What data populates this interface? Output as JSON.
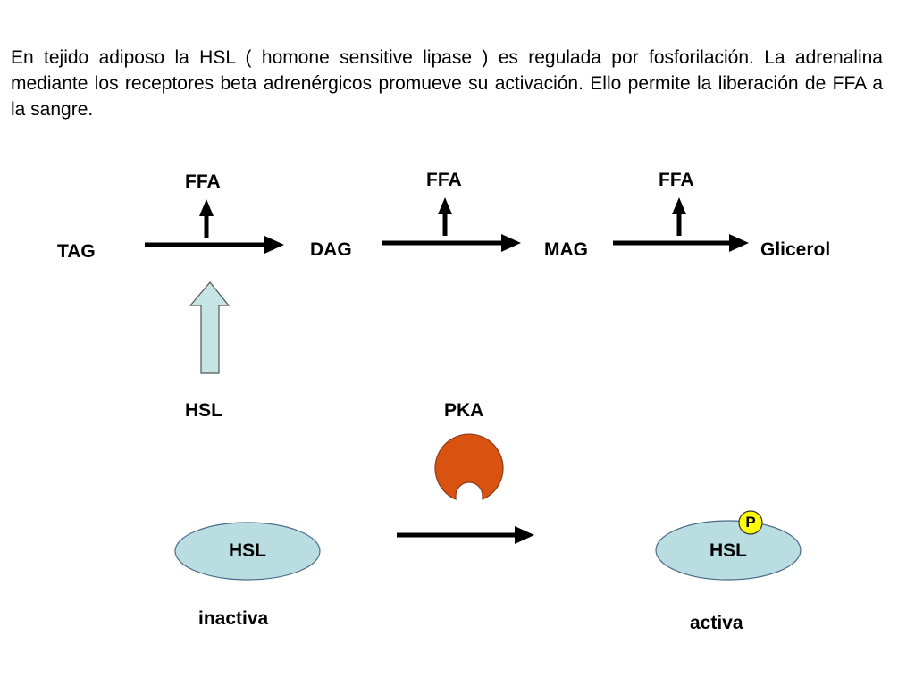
{
  "intro_text": "En tejido adiposo la HSL ( homone sensitive lipase ) es regulada por fosforilación. La adrenalina mediante los receptores beta adrenérgicos promueve su activación. Ello permite la liberación de FFA a la sangre.",
  "pathway": {
    "substrates": [
      "TAG",
      "DAG",
      "MAG",
      "Glicerol"
    ],
    "products": [
      "FFA",
      "FFA",
      "FFA"
    ],
    "enzyme": "HSL"
  },
  "activation": {
    "kinase": "PKA",
    "inactive_form": {
      "label": "HSL",
      "state": "inactiva"
    },
    "active_form": {
      "label": "HSL",
      "state": "activa",
      "phospho_label": "P"
    }
  },
  "colors": {
    "enzyme_arrow_fill": "#c5e4e4",
    "oval_fill": "#b9dde0",
    "kinase_fill": "#d9520f",
    "phospho_fill": "#ffff00"
  }
}
